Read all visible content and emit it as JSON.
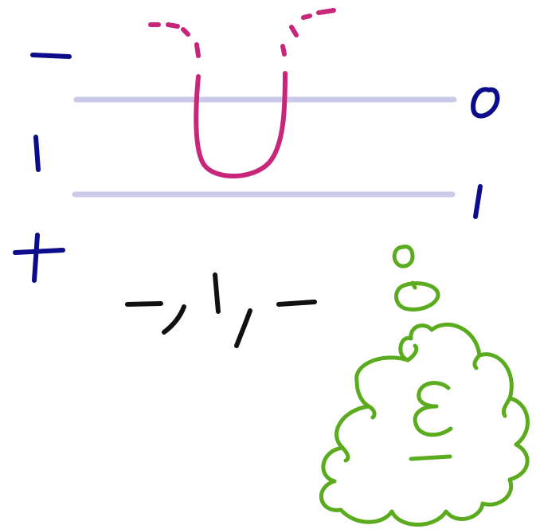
{
  "colors": {
    "background": "#ffffff",
    "guide_lines": "#c8cae8",
    "left_labels": "#0d0d8c",
    "right_labels": "#0d0d8c",
    "cup": "#c8267a",
    "sequence": "#111111",
    "cloud": "#5aab1e"
  },
  "left_labels": [
    "−",
    "|",
    "+"
  ],
  "right_labels": [
    "0",
    "1"
  ],
  "sequence_text": "−, |, −",
  "cloud_symbol": "ε",
  "icons": [
    "cup-arc-icon",
    "thought-cloud-icon"
  ]
}
